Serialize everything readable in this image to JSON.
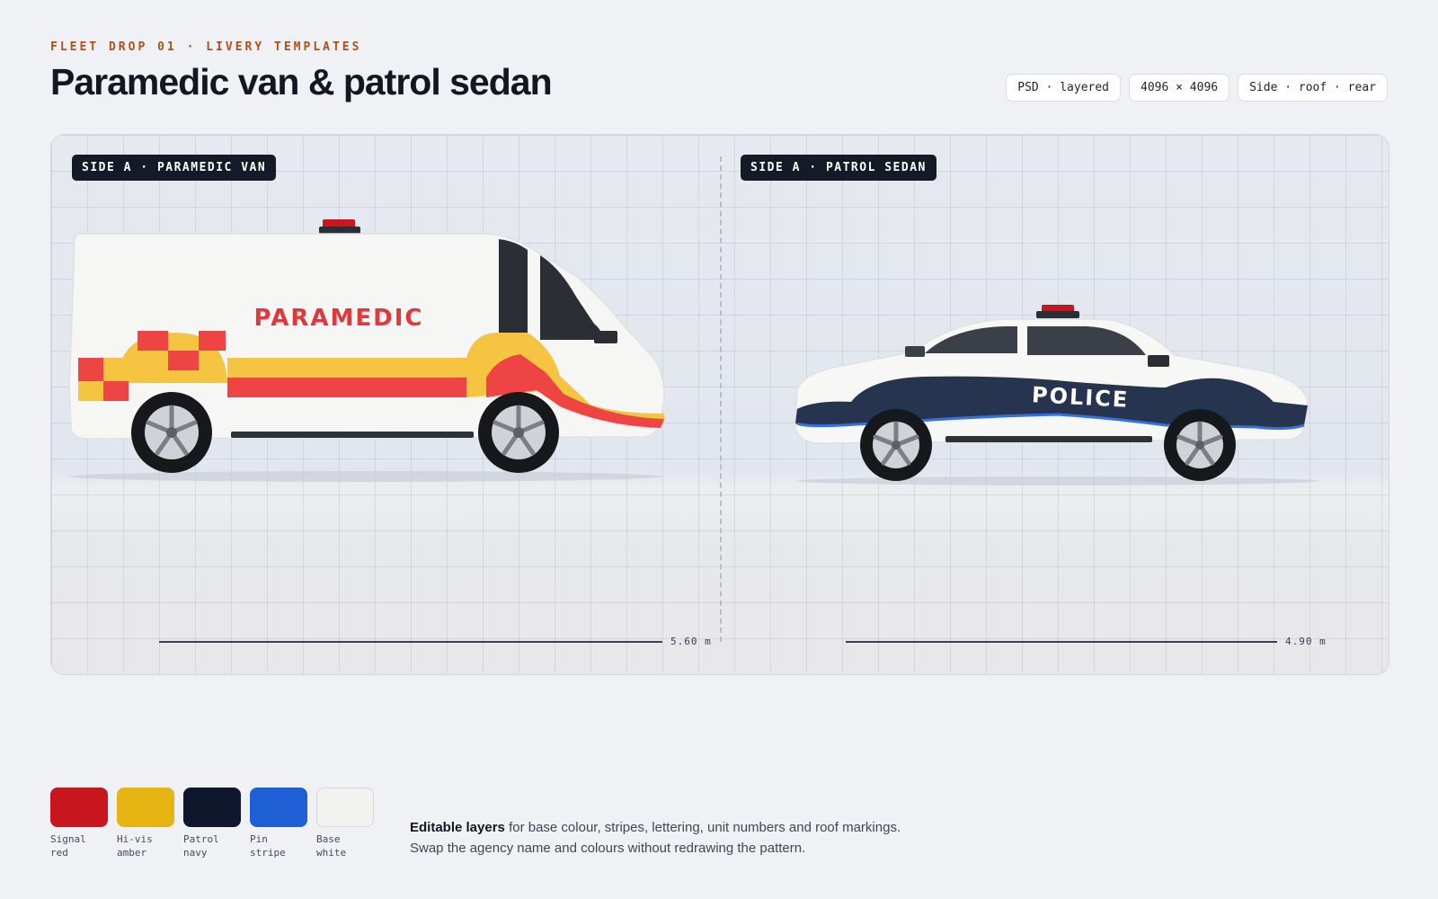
{
  "header": {
    "eyebrow": "FLEET DROP 01 · LIVERY TEMPLATES",
    "title": "Paramedic van & patrol sedan",
    "chips": [
      "PSD · layered",
      "4096 × 4096",
      "Side · roof · rear"
    ]
  },
  "panels": [
    {
      "tag": "SIDE A · PARAMEDIC VAN",
      "lettering": "PARAMEDIC",
      "scale": "5.60 m"
    },
    {
      "tag": "SIDE A · PATROL SEDAN",
      "lettering": "POLICE",
      "scale": "4.90 m"
    }
  ],
  "swatches": [
    {
      "name": "Signal\nred",
      "color": "#c8161f"
    },
    {
      "name": "Hi-vis\namber",
      "color": "#e6b413"
    },
    {
      "name": "Patrol\nnavy",
      "color": "#0e172b"
    },
    {
      "name": "Pin\nstripe",
      "color": "#1f5fd6"
    },
    {
      "name": "Base\nwhite",
      "color": "#f2f2f0"
    }
  ],
  "note": {
    "lead": "Editable layers",
    "line1_rest": "for base colour, stripes, lettering, unit numbers and roof markings.",
    "line2": "Swap the agency name and colours without redrawing the pattern."
  },
  "icons": {
    "van": "paramedic-van-illustration",
    "sedan": "patrol-sedan-illustration",
    "wheel": "wheel-icon",
    "lightbar": "roof-lightbar-icon"
  }
}
